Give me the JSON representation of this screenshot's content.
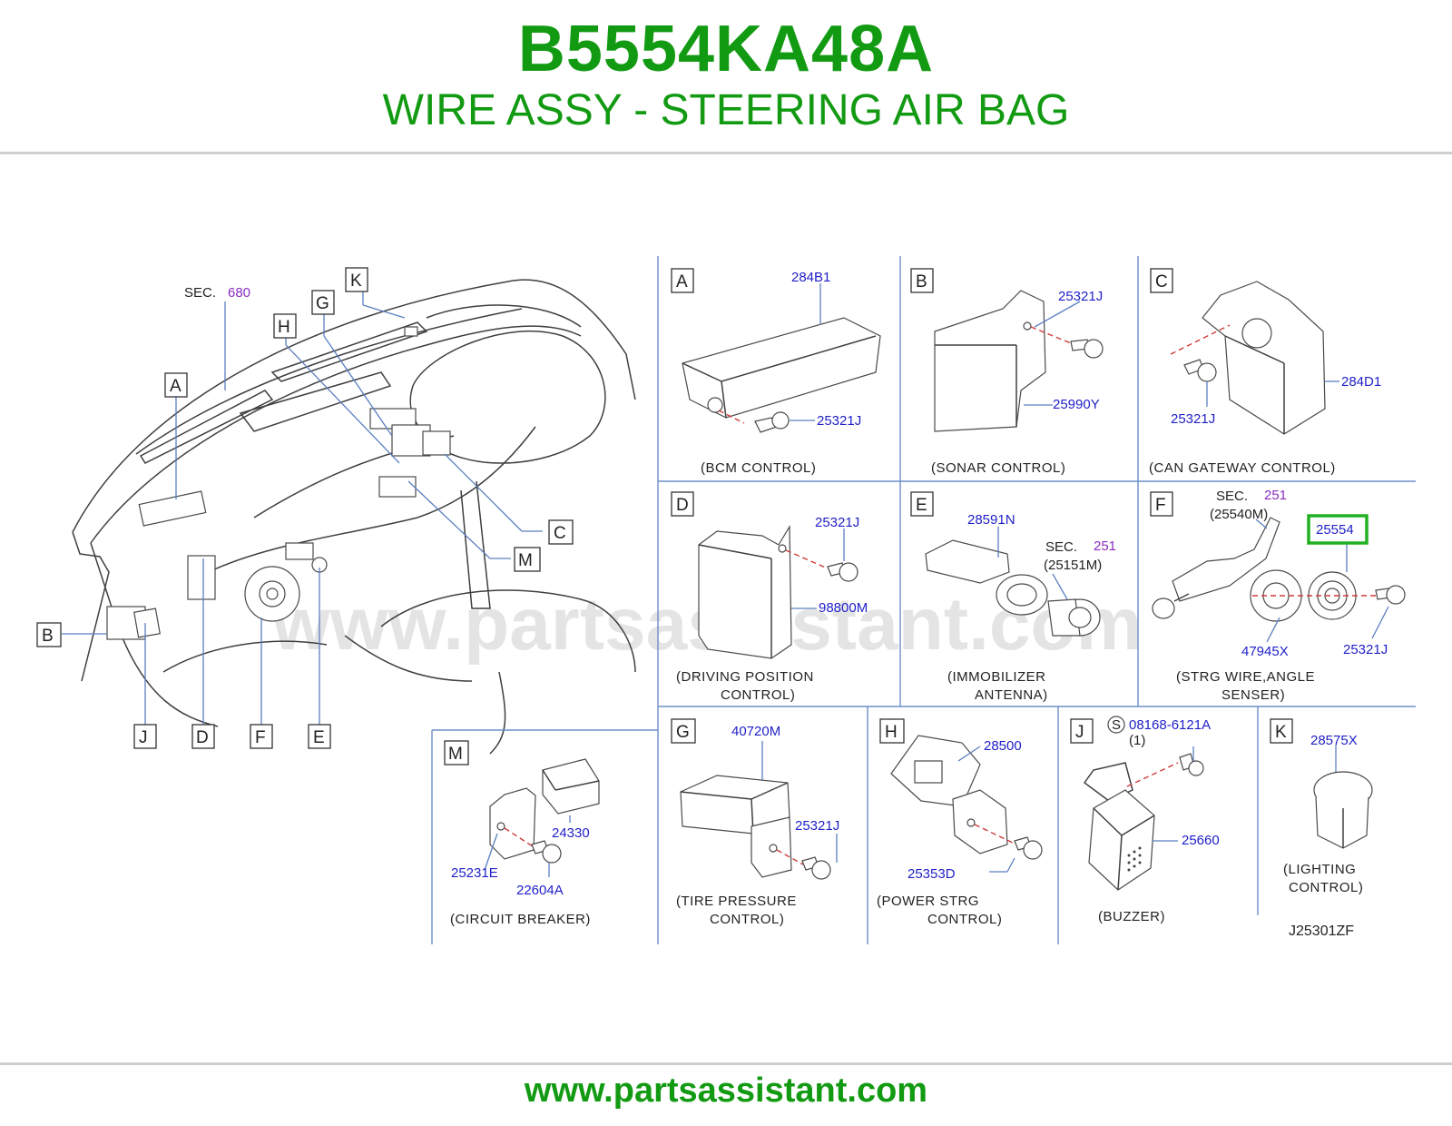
{
  "header": {
    "part_number": "B5554KA48A",
    "part_name": "WIRE ASSY - STEERING AIR BAG"
  },
  "footer": {
    "url": "www.partsassistant.com"
  },
  "watermark": "www.partsassistant.com",
  "colors": {
    "title_green": "#129a12",
    "part_label_blue": "#1f1fc8",
    "section_purple": "#8a2cc0",
    "highlight_green": "#22b022",
    "divider_blue": "#6b8fc7"
  },
  "overview": {
    "sec_label": "SEC.",
    "sec_number": "680",
    "callout_letters": [
      "K",
      "G",
      "H",
      "A",
      "C",
      "M",
      "B",
      "J",
      "D",
      "F",
      "E"
    ]
  },
  "panels": {
    "A": {
      "letter": "A",
      "caption": [
        "(BCM   CONTROL)"
      ],
      "parts": [
        "284B1",
        "25321J"
      ]
    },
    "B": {
      "letter": "B",
      "caption": [
        "(SONAR   CONTROL)"
      ],
      "parts": [
        "25321J",
        "25990Y"
      ]
    },
    "C": {
      "letter": "C",
      "caption": [
        "(CAN   GATEWAY   CONTROL)"
      ],
      "parts": [
        "284D1",
        "25321J"
      ]
    },
    "D": {
      "letter": "D",
      "caption": [
        "(DRIVING   POSITION",
        "CONTROL)"
      ],
      "parts": [
        "25321J",
        "98800M"
      ]
    },
    "E": {
      "letter": "E",
      "caption": [
        "(IMMOBILIZER",
        "ANTENNA)"
      ],
      "parts": [
        "28591N"
      ],
      "sec_label": "SEC.",
      "sec_number": "251",
      "sec_ref": "(25151M)"
    },
    "F": {
      "letter": "F",
      "caption": [
        "(STRG   WIRE,ANGLE",
        "SENSER)"
      ],
      "parts": [
        "25554",
        "47945X",
        "25321J"
      ],
      "sec_label": "SEC.",
      "sec_number": "251",
      "sec_ref": "(25540M)",
      "highlighted_part": "25554"
    },
    "M": {
      "letter": "M",
      "caption": [
        "(CIRCUIT   BREAKER)"
      ],
      "parts": [
        "24330",
        "25231E",
        "22604A"
      ]
    },
    "G": {
      "letter": "G",
      "caption": [
        "(TIRE   PRESSURE",
        "CONTROL)"
      ],
      "parts": [
        "40720M",
        "25321J"
      ]
    },
    "H": {
      "letter": "H",
      "caption": [
        "(POWER   STRG",
        "CONTROL)"
      ],
      "parts": [
        "28500",
        "25353D"
      ]
    },
    "J": {
      "letter": "J",
      "caption": [
        "(BUZZER)"
      ],
      "parts": [
        "08168-6121A",
        "(1)",
        "25660"
      ],
      "s_mark": "S"
    },
    "K": {
      "letter": "K",
      "caption": [
        "(LIGHTING",
        "CONTROL)"
      ],
      "parts": [
        "28575X"
      ]
    }
  },
  "diagram_code": "J25301ZF"
}
